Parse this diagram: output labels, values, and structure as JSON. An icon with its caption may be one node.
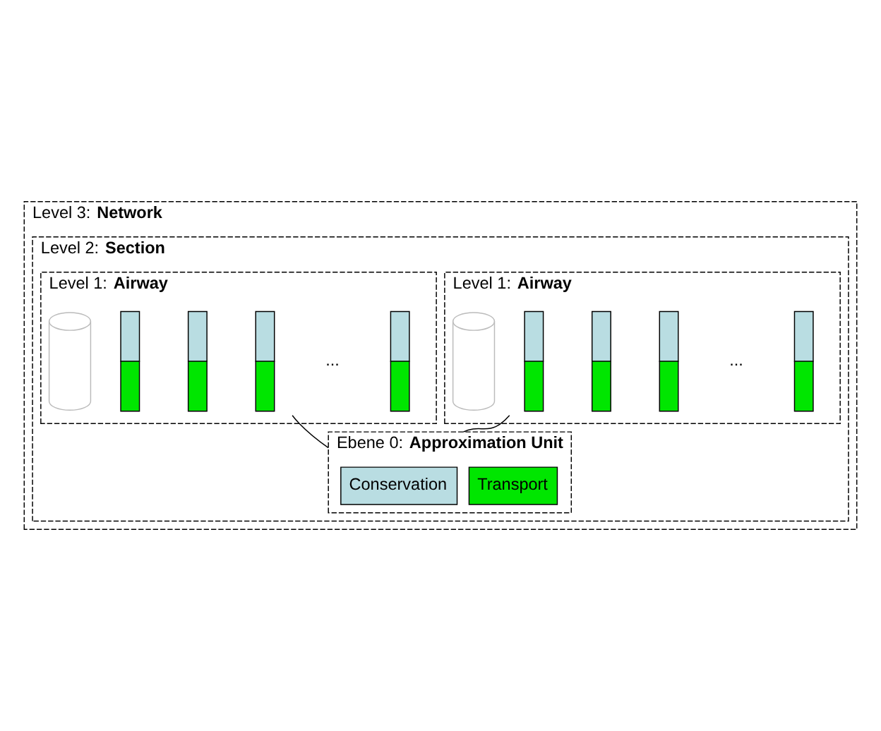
{
  "diagram": {
    "nodes": [
      {
        "text": [
          "Level 3: **Network**"
        ]
      },
      {
        "text": [
          "Level 2: **Section**"
        ],
        "in": 0
      },
      {
        "text": [
          "Level 1: **Airway**"
        ],
        "in": 1
      },
      {
        "text": [],
        "shape": "cylinder",
        "in": 2
      },
      {
        "text": [],
        "shape": "bar",
        "in": 2
      },
      {
        "text": [],
        "shape": "bar",
        "in": 2
      },
      {
        "text": [],
        "shape": "bar",
        "in": 2
      },
      {
        "text": [],
        "shape": "bar",
        "in": 2
      },
      {
        "text": [
          "Level 1: **Airway**"
        ],
        "in": 1
      },
      {
        "text": [],
        "shape": "cylinder",
        "in": 8
      },
      {
        "text": [],
        "shape": "bar",
        "in": 8
      },
      {
        "text": [],
        "shape": "bar",
        "in": 8
      },
      {
        "text": [],
        "shape": "bar",
        "in": 8
      },
      {
        "text": [],
        "shape": "bar",
        "in": 8
      },
      {
        "text": [
          "Ebene 0: **Approximation Unit**"
        ],
        "in": 1
      },
      {
        "text": [
          "Conservation"
        ],
        "in": 14
      },
      {
        "text": [
          "Transport"
        ],
        "in": 14
      }
    ],
    "edges": [
      {
        "from": 4,
        "to": 14,
        "arrow": "none"
      },
      {
        "from": 12,
        "to": 14,
        "arrow": "none"
      }
    ],
    "labels": [
      "...",
      "..."
    ]
  }
}
